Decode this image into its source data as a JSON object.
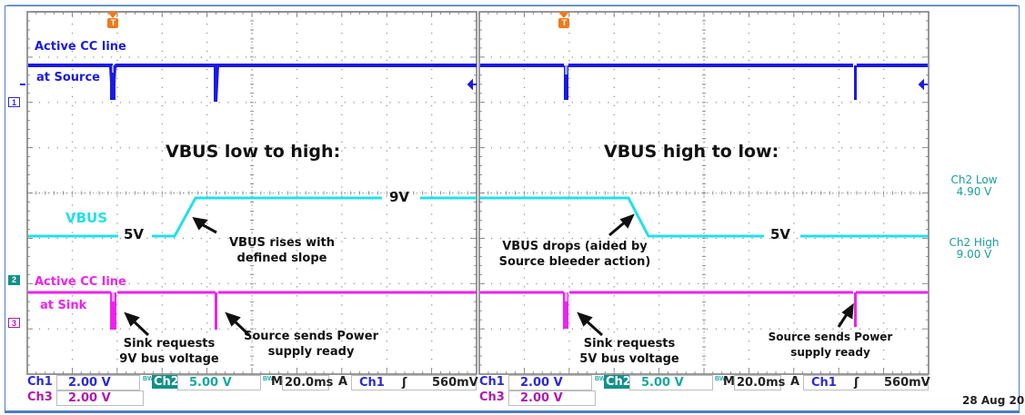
{
  "scope": {
    "left_panel": {
      "title": "VBUS low to high:",
      "source_label_line1": "Active CC line",
      "source_label_line2": "at Source",
      "vbus_label": "VBUS",
      "vbus_low_value": "5V",
      "vbus_high_value": "9V",
      "sink_label_line1": "Active CC line",
      "sink_label_line2": "at Sink",
      "annotation_rise_line1": "VBUS rises with",
      "annotation_rise_line2": "defined slope",
      "annotation_sink_line1": "Sink requests",
      "annotation_sink_line2": "9V bus voltage",
      "annotation_ready_line1": "Source sends Power",
      "annotation_ready_line2": "supply ready"
    },
    "right_panel": {
      "title": "VBUS high to low:",
      "vbus_low_value": "5V",
      "annotation_drop_line1": "VBUS drops (aided by",
      "annotation_drop_line2": "Source bleeder action)",
      "annotation_sink_line1": "Sink requests",
      "annotation_sink_line2": "5V bus voltage",
      "annotation_ready_line1": "Source sends Power",
      "annotation_ready_line2": "supply ready"
    },
    "channel_markers": {
      "ch1": "1",
      "ch2": "2",
      "ch3": "3",
      "trigger": "T"
    },
    "measurements": {
      "ch2_low_label": "Ch2 Low",
      "ch2_low_value": "4.90 V",
      "ch2_high_label": "Ch2 High",
      "ch2_high_value": "9.00 V"
    },
    "status_bar": {
      "ch1_label": "Ch1",
      "ch1_scale": "2.00 V",
      "ch2_label": "Ch2",
      "ch2_scale": "5.00 V",
      "bw_symbol": "BW",
      "timebase_prefix": "M",
      "timebase": "20.0ms",
      "trigger_mode": "A",
      "trigger_source": "Ch1",
      "trigger_slope": "ʃ",
      "trigger_level": "560mV",
      "ch3_label": "Ch3",
      "ch3_scale": "2.00 V"
    },
    "date": "28 Aug 20"
  },
  "colors": {
    "ch1": "#1a1ae6",
    "ch2": "#22e0e8",
    "ch3": "#ee22ee",
    "trigger": "#f07a1a",
    "frame": "#4a7ec4",
    "grid": "#888888"
  }
}
